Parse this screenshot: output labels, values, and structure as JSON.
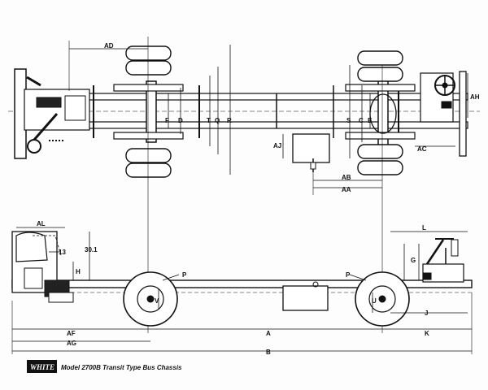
{
  "logo_text": "WHITE",
  "caption": "Model 2700B Transit Type Bus Chassis",
  "labels": {
    "AD": "AD",
    "R": "R",
    "Q": "Q",
    "T": "T",
    "D": "D",
    "F": "F",
    "C": "C",
    "E": "E",
    "S": "S",
    "AH": "AH",
    "AC": "AC",
    "AJ": "AJ",
    "AB": "AB",
    "AA": "AA",
    "AL": "AL",
    "13": "13",
    "30_1": "30.1",
    "H": "H",
    "P1": "P",
    "V": "V",
    "L": "L",
    "G": "G",
    "P2": "P",
    "U": "U",
    "J": "J",
    "AF": "AF",
    "A": "A",
    "K": "K",
    "AG": "AG",
    "B": "B"
  }
}
